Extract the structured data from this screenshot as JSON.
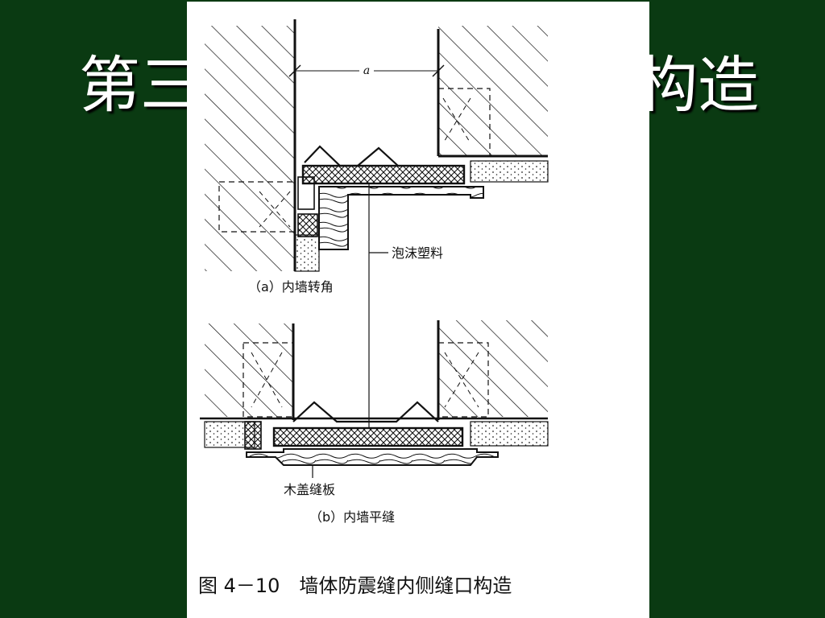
{
  "slide": {
    "title_left": "第三",
    "title_right": "构造"
  },
  "figure": {
    "dimension_label": "a",
    "callout_foam": "泡沫塑料",
    "caption_a": "（a）内墙转角",
    "callout_wood": "木盖缝板",
    "caption_b": "（b）内墙平缝",
    "figure_caption": "图 4－10　墙体防震缝内侧缝口构造"
  },
  "colors": {
    "background": "#0a3a12",
    "title_text": "#ffffff",
    "panel": "#ffffff",
    "ink": "#111111"
  }
}
